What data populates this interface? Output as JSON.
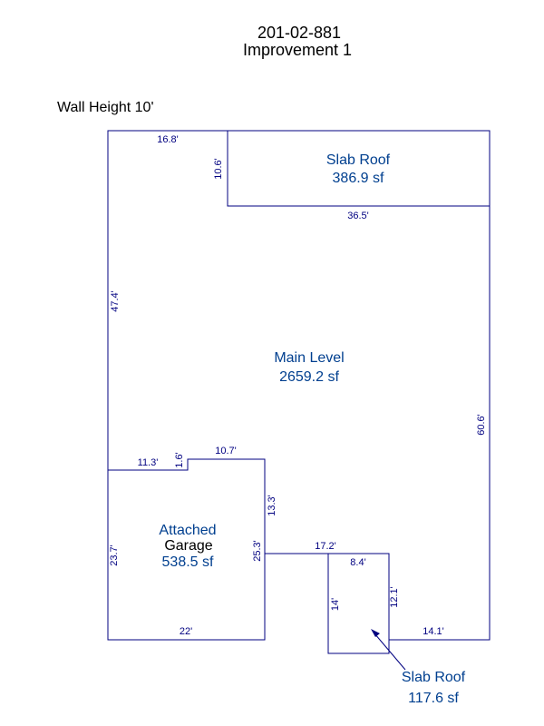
{
  "header": {
    "parcel_id": "201-02-881",
    "improvement": "Improvement 1"
  },
  "wall_height": "Wall Height 10'",
  "dimensions": {
    "top_left": "16.8'",
    "slab_left": "10.6'",
    "slab_bottom": "36.5'",
    "left_upper": "47.4'",
    "right": "60.6'",
    "step_left": "11.3'",
    "step_height": "1.6'",
    "step_top": "10.7'",
    "garage_right_upper": "13.3'",
    "garage_right": "25.3'",
    "garage_left": "23.7'",
    "garage_bottom": "22'",
    "middle_bottom": "17.2'",
    "small_top": "8.4'",
    "small_left": "14'",
    "small_right": "12.1'",
    "right_bottom": "14.1'"
  },
  "areas": {
    "slab_top": {
      "name": "Slab Roof",
      "size": "386.9 sf"
    },
    "main": {
      "name": "Main Level",
      "size": "2659.2 sf"
    },
    "garage": {
      "name_line1": "Attached",
      "name_line2": "Garage",
      "size": "538.5 sf"
    },
    "slab_bottom": {
      "name": "Slab Roof",
      "size": "117.6 sf"
    }
  },
  "colors": {
    "line": "#000080",
    "dimension_text": "#000080",
    "area_text": "#003f8f"
  }
}
